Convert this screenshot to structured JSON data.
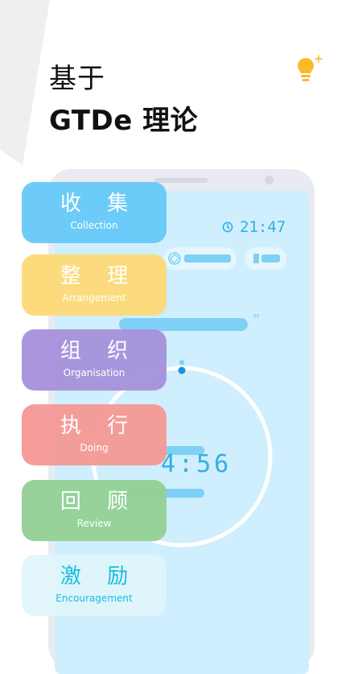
{
  "headline": {
    "line1": "基于",
    "line2": "GTDe 理论"
  },
  "icons": {
    "idea": "lightbulb-icon",
    "clock": "clock-icon",
    "rotate": "rotate-lock-icon",
    "battery": "battery-icon"
  },
  "phone": {
    "clock_time": "21:47",
    "timer": "4:56",
    "quote_mark": "”"
  },
  "categories": [
    {
      "cn": "收 集",
      "en": "Collection"
    },
    {
      "cn": "整 理",
      "en": "Arrangement"
    },
    {
      "cn": "组 织",
      "en": "Organisation"
    },
    {
      "cn": "执 行",
      "en": "Doing"
    },
    {
      "cn": "回 顾",
      "en": "Review"
    },
    {
      "cn": "激 励",
      "en": "Encouragement"
    }
  ],
  "colors": {
    "collection": "#66c8f8",
    "arrangement": "#fdda78",
    "organisation": "#a792db",
    "doing": "#f59996",
    "review": "#94d096",
    "encouragement": "#e0f5fc",
    "accent_blue": "#35aee4",
    "bulb": "#fbb92a"
  }
}
